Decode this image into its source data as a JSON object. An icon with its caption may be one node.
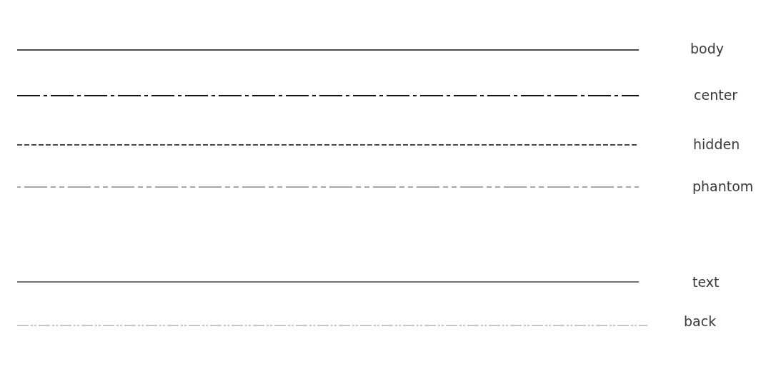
{
  "diagram": {
    "legend": [
      {
        "text": "body"
      },
      {
        "text": "center"
      },
      {
        "text": "hidden"
      },
      {
        "text": "phantom"
      },
      {
        "text": "text"
      },
      {
        "text": "back"
      }
    ]
  }
}
